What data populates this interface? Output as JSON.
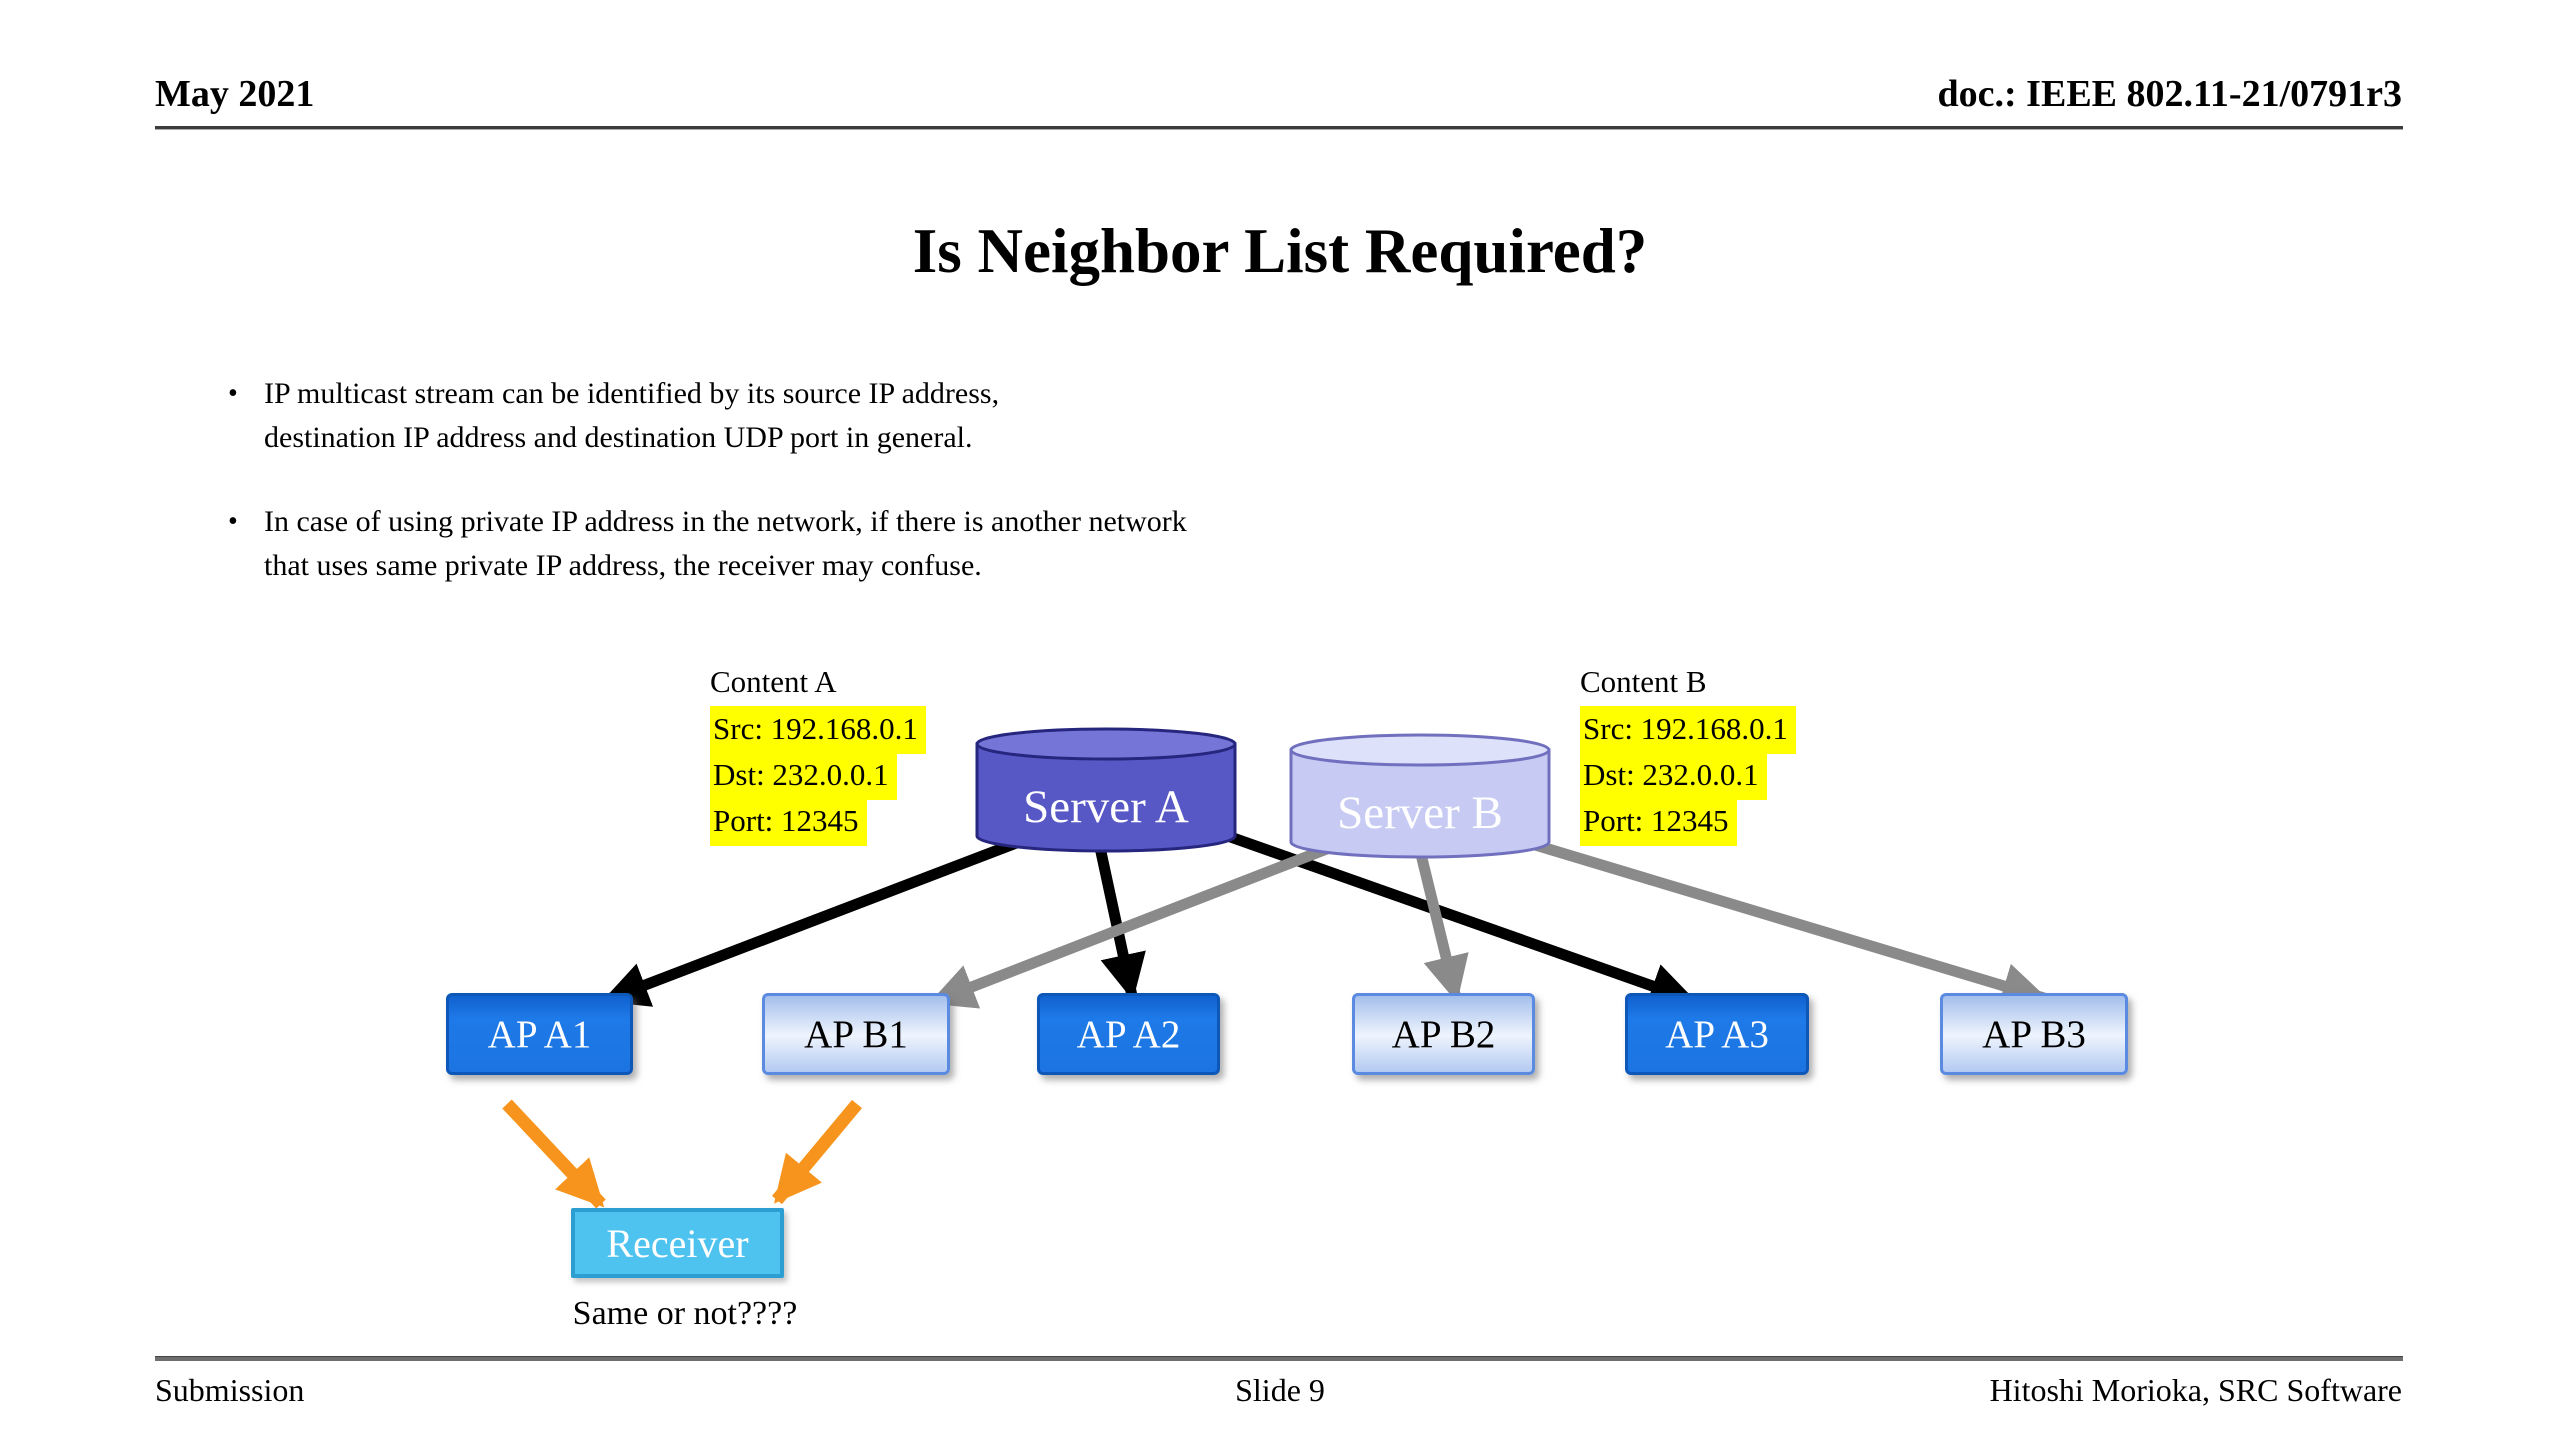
{
  "slide": {
    "header_left": "May 2021",
    "header_right": "doc.: IEEE 802.11-21/0791r3",
    "title": "Is Neighbor List Required?",
    "bullets": [
      {
        "marker": "•",
        "lines": [
          "IP multicast stream can be identified by its source IP address,",
          "destination IP address and destination UDP port in general."
        ]
      },
      {
        "marker": "•",
        "lines": [
          "In case of using private IP address in the network, if there is another network",
          "that uses same private IP address, the receiver may confuse."
        ]
      }
    ],
    "footer_left": "Submission",
    "footer_center": "Slide 9",
    "footer_right": "Hitoshi Morioka, SRC Software"
  },
  "diagram": {
    "content_a": {
      "label": "Content A",
      "src": "Src: 192.168.0.1",
      "dst": "Dst: 232.0.0.1",
      "port": "Port: 12345"
    },
    "content_b": {
      "label": "Content B",
      "src": "Src: 192.168.0.1",
      "dst": "Dst: 232.0.0.1",
      "port": "Port: 12345"
    },
    "server_a": {
      "label": "Server A"
    },
    "server_b": {
      "label": "Server B"
    },
    "aps": [
      {
        "label": "AP A1"
      },
      {
        "label": "AP B1"
      },
      {
        "label": "AP A2"
      },
      {
        "label": "AP B2"
      },
      {
        "label": "AP A3"
      },
      {
        "label": "AP B3"
      }
    ],
    "receiver": {
      "label": "Receiver"
    },
    "question": "Same or not????",
    "links": [
      {
        "from": "Server A",
        "to": "AP A1",
        "color": "black"
      },
      {
        "from": "Server A",
        "to": "AP A2",
        "color": "black"
      },
      {
        "from": "Server A",
        "to": "AP A3",
        "color": "black"
      },
      {
        "from": "Server B",
        "to": "AP B1",
        "color": "gray"
      },
      {
        "from": "Server B",
        "to": "AP B2",
        "color": "gray"
      },
      {
        "from": "Server B",
        "to": "AP B3",
        "color": "gray"
      },
      {
        "from": "AP A1",
        "to": "Receiver",
        "color": "orange"
      },
      {
        "from": "AP B1",
        "to": "Receiver",
        "color": "orange"
      }
    ],
    "colors": {
      "highlight": "#FFFF00",
      "arrow_black": "#000000",
      "arrow_gray": "#8a8a8a",
      "arrow_orange": "#f7941d",
      "server_a_fill": "#5757c6",
      "server_a_top": "#7575d8",
      "server_a_stroke": "#26267e",
      "server_b_fill": "#c7cbf3",
      "server_b_top": "#dee1fa",
      "server_b_stroke": "#7070bf",
      "ap_a_fill": "#1b74e4",
      "ap_b_fill": "#c3d4f3",
      "receiver_fill": "#4ec3f0"
    }
  }
}
